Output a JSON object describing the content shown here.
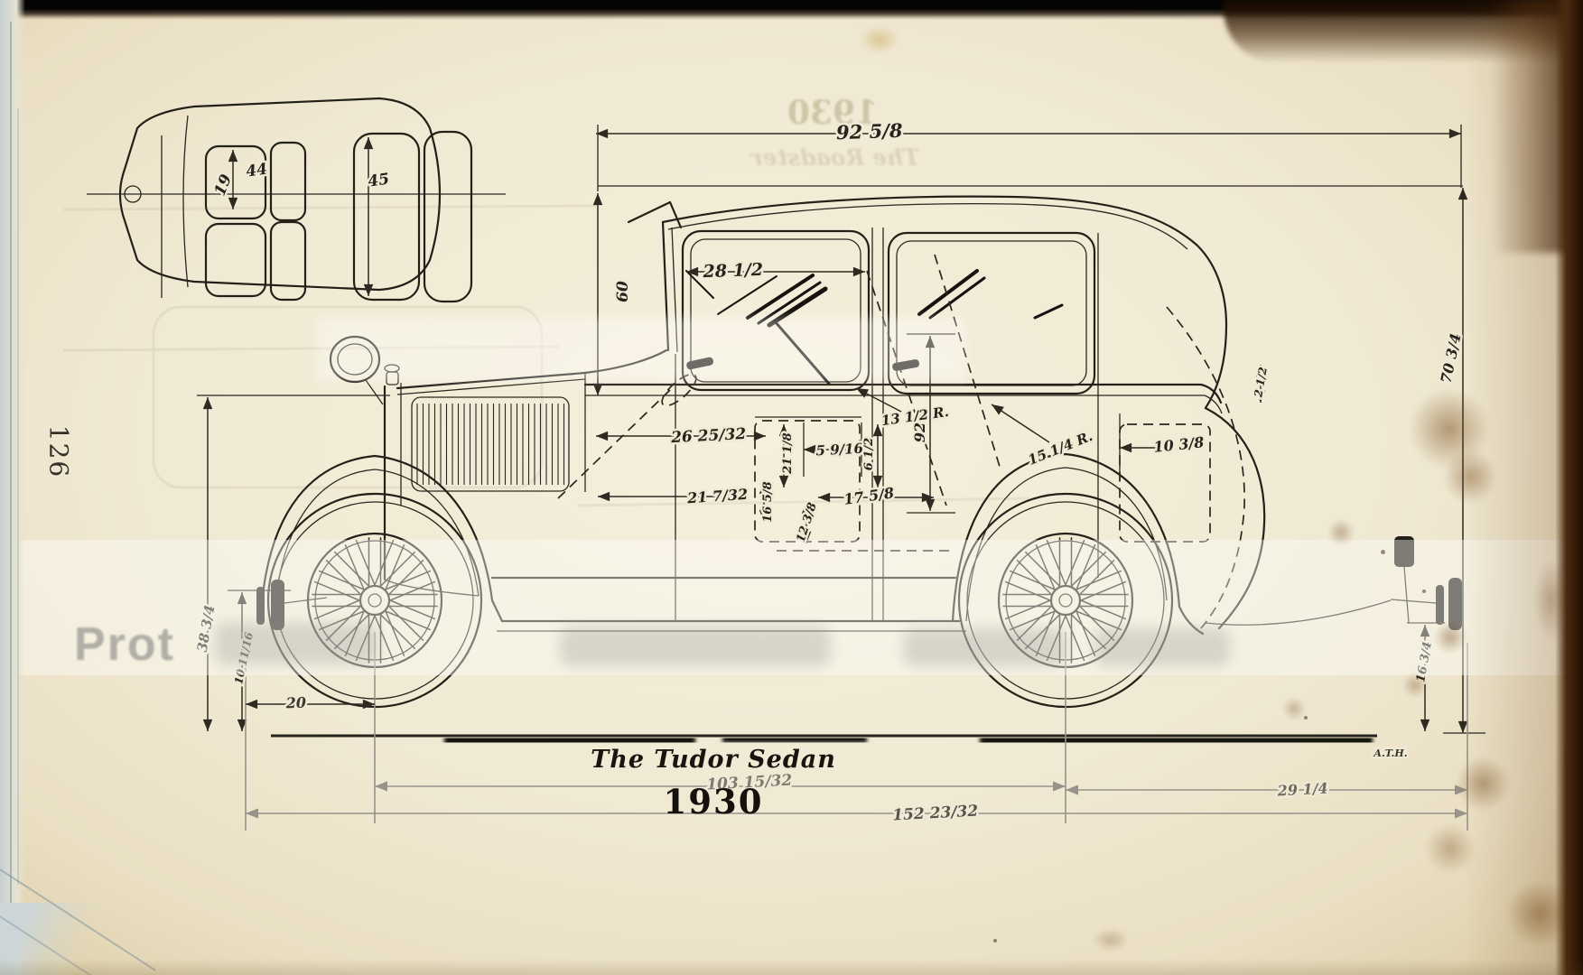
{
  "page": {
    "page_number": "126",
    "title": "The Tudor Sedan",
    "year": "1930",
    "signature": "A.T.H."
  },
  "bleedthrough": {
    "year_mirrored": "1930",
    "title_mirrored": "The Roadster"
  },
  "watermark": {
    "visible_fragment": "Prot"
  },
  "drawing": {
    "subject": "1930 Ford Model A Tudor Sedan dimensional drawing",
    "views": [
      "plan view (top, seats)",
      "side elevation"
    ]
  },
  "annotations": [
    {
      "id": "plan_seat_width",
      "text": "19"
    },
    {
      "id": "plan_front_width",
      "text": "44"
    },
    {
      "id": "plan_rear_width",
      "text": "45"
    },
    {
      "id": "overall_width",
      "text": "92 5/8"
    },
    {
      "id": "front_window_width",
      "text": "28 1/2"
    },
    {
      "id": "body_height_60",
      "text": "60"
    },
    {
      "id": "cowl_26",
      "text": "26 25/32"
    },
    {
      "id": "cowl_21",
      "text": "21 7/32"
    },
    {
      "id": "seat_16",
      "text": "16 5/8"
    },
    {
      "id": "box_5",
      "text": "5 9/16"
    },
    {
      "id": "seat_21",
      "text": "21 1/8"
    },
    {
      "id": "seat_6",
      "text": "6 1/2"
    },
    {
      "id": "radius_13",
      "text": "13 1/2 R."
    },
    {
      "id": "radius_15",
      "text": "15 1/4 R."
    },
    {
      "id": "seat_17",
      "text": "17 5/8"
    },
    {
      "id": "seat_12",
      "text": "12 3/8"
    },
    {
      "id": "door_92",
      "text": "92"
    },
    {
      "id": "overall_height_70",
      "text": "70 3/4"
    },
    {
      "id": "rear_2",
      "text": "2 1/2"
    },
    {
      "id": "front_height_38",
      "text": "38 3/4"
    },
    {
      "id": "bumper_height_10",
      "text": "10 11/16"
    },
    {
      "id": "rear_bumper_16",
      "text": "16 3/4"
    },
    {
      "id": "rear_win_10",
      "text": "10 3/8"
    },
    {
      "id": "front_overhang_20",
      "text": "20"
    },
    {
      "id": "wheelbase_103",
      "text": "103 15/32"
    },
    {
      "id": "overall_length_152",
      "text": "152 23/32"
    },
    {
      "id": "rear_overhang_29",
      "text": "29 1/4"
    },
    {
      "id": "signature",
      "text": "A.T.H."
    }
  ],
  "colors": {
    "paper": "#f0e9d3",
    "ink": "#232019",
    "faded_line": "#97928a",
    "burn_edge": "#2f1a08",
    "stain": "#6e4614"
  }
}
